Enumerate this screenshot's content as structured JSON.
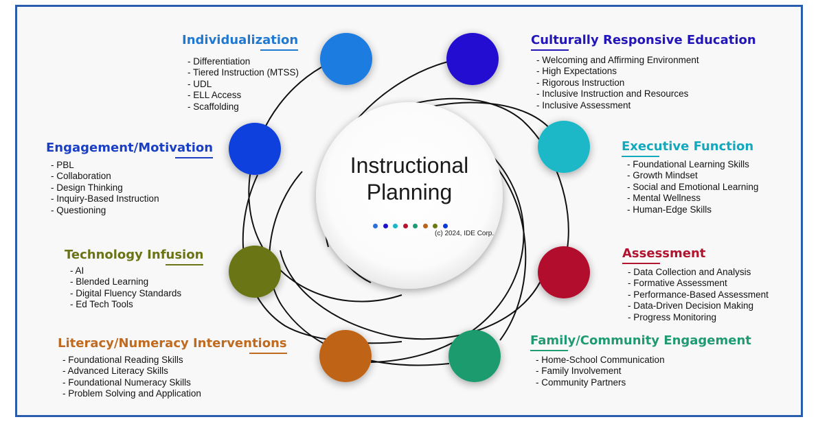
{
  "center": {
    "title_line1": "Instructional",
    "title_line2": "Planning",
    "copyright": "(c) 2024, IDE Corp.",
    "dot_colors": [
      "#2a6fdb",
      "#1c10c8",
      "#18b6c6",
      "#b8112c",
      "#1c9b72",
      "#b5641a",
      "#6b7812",
      "#0a3ad6"
    ]
  },
  "sections": [
    {
      "key": "individualization",
      "title": "Individualization",
      "color": "#1f78d1",
      "items": [
        "Differentiation",
        "Tiered Instruction (MTSS)",
        "UDL",
        "ELL Access",
        "Scaffolding"
      ]
    },
    {
      "key": "culturally",
      "title": "Culturally Responsive Education",
      "color": "#2316b8",
      "items": [
        "Welcoming and Affirming Environment",
        "High Expectations",
        "Rigorous Instruction",
        "Inclusive Instruction and Resources",
        "Inclusive Assessment"
      ]
    },
    {
      "key": "engagement",
      "title": "Engagement/Motivation",
      "color": "#1b3fc4",
      "items": [
        "PBL",
        "Collaboration",
        "Design Thinking",
        "Inquiry-Based Instruction",
        "Questioning"
      ]
    },
    {
      "key": "executive",
      "title": "Executive Function",
      "color": "#14a8bd",
      "items": [
        "Foundational Learning Skills",
        "Growth Mindset",
        "Social and Emotional Learning",
        "Mental Wellness",
        "Human-Edge Skills"
      ]
    },
    {
      "key": "technology",
      "title": "Technology Infusion",
      "color": "#6b7414",
      "items": [
        "AI",
        "Blended Learning",
        "Digital Fluency Standards",
        "Ed Tech Tools"
      ]
    },
    {
      "key": "assessment",
      "title": "Assessment",
      "color": "#b0142e",
      "items": [
        "Data Collection and Analysis",
        "Formative Assessment",
        "Performance-Based Assessment",
        "Data-Driven Decision Making",
        "Progress Monitoring"
      ]
    },
    {
      "key": "literacy",
      "title": "Literacy/Numeracy Interventions",
      "color": "#bf6a1e",
      "items": [
        "Foundational Reading Skills",
        "Advanced Literacy Skills",
        "Foundational Numeracy Skills",
        "Problem Solving and Application"
      ]
    },
    {
      "key": "family",
      "title": "Family/Community Engagement",
      "color": "#1f9a72",
      "items": [
        "Home-School Communication",
        "Family Involvement",
        "Community Partners"
      ]
    }
  ],
  "nodes": [
    {
      "key": "individualization",
      "color": "#1f7ce0"
    },
    {
      "key": "culturally",
      "color": "#2410d0"
    },
    {
      "key": "engagement",
      "color": "#0f3fdc"
    },
    {
      "key": "executive",
      "color": "#1bb8c8"
    },
    {
      "key": "technology",
      "color": "#6b7412"
    },
    {
      "key": "assessment",
      "color": "#b3112e"
    },
    {
      "key": "literacy",
      "color": "#bf6418"
    },
    {
      "key": "family",
      "color": "#1f9b6e"
    }
  ]
}
